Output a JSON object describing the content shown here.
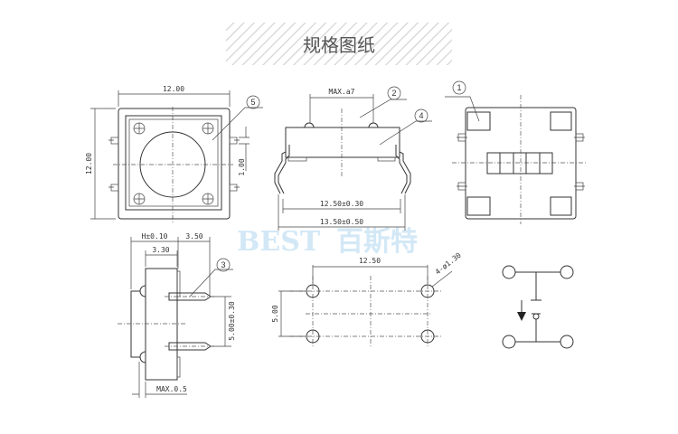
{
  "banner": {
    "title": "规格图纸"
  },
  "watermark": {
    "brand": "BEST",
    "brand_cn": "百斯特"
  },
  "top_view": {
    "width_dim": "12.00",
    "height_dim": "12.00",
    "pin_dim": "1.00",
    "balloon": "5"
  },
  "front_view": {
    "top_dim": "MAX.a7",
    "inner_span": "12.50±0.30",
    "outer_span": "13.50±0.50",
    "balloon_actuator": "2",
    "balloon_body": "4"
  },
  "bottom_view": {
    "balloon": "1"
  },
  "side_view": {
    "height_dim": "H±0.10",
    "pin_length": "3.50",
    "body_depth": "3.30",
    "pin_pitch": "5.00±0.30",
    "max_dim": "MAX.0.5",
    "balloon": "3"
  },
  "pcb_layout": {
    "x_pitch": "12.50",
    "y_pitch": "5.00",
    "hole_spec": "4-ø1.30"
  },
  "colors": {
    "line": "#333333",
    "watermark": "#d3e8f6",
    "hatch": "#d8d8d8"
  }
}
